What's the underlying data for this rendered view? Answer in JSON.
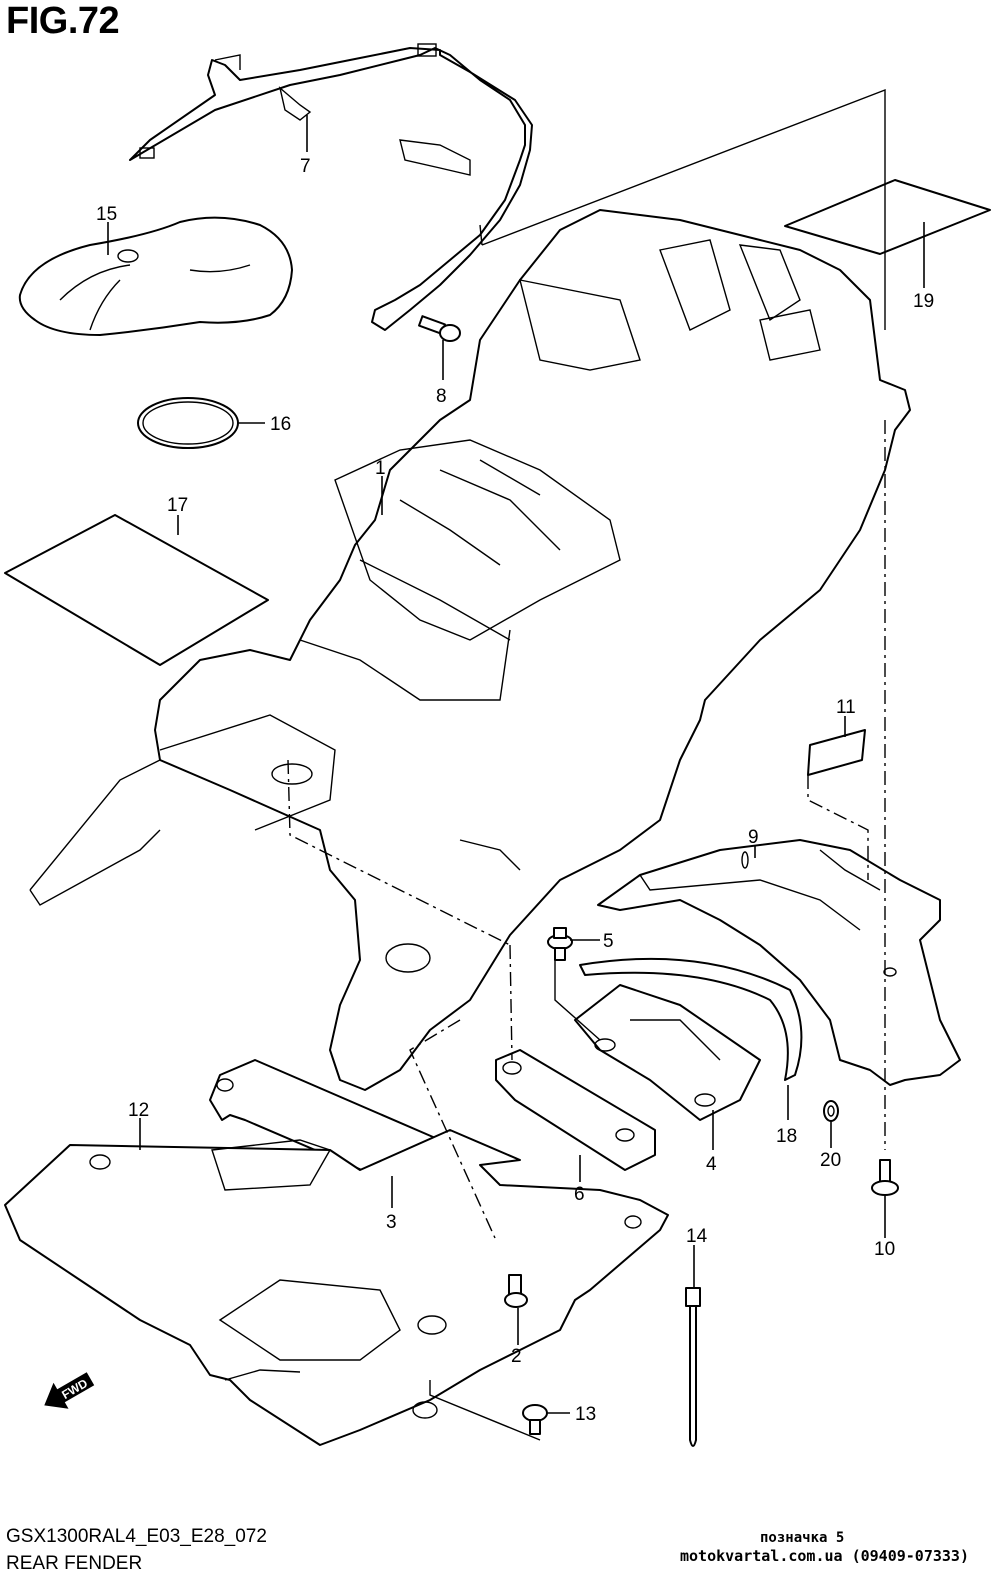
{
  "figure": {
    "title": "FIG.72",
    "code": "GSX1300RAL4_E03_E28_072",
    "name": "REAR FENDER"
  },
  "direction_badge": {
    "label": "FWD",
    "icon": "fwd-arrow-icon"
  },
  "watermark": {
    "label": "позначка 5",
    "site": "motokvartal.com.ua (09409-07333)"
  },
  "callouts": [
    {
      "id": "1",
      "label": "1"
    },
    {
      "id": "2",
      "label": "2"
    },
    {
      "id": "3",
      "label": "3"
    },
    {
      "id": "4",
      "label": "4"
    },
    {
      "id": "5",
      "label": "5"
    },
    {
      "id": "6",
      "label": "6"
    },
    {
      "id": "7",
      "label": "7"
    },
    {
      "id": "8",
      "label": "8"
    },
    {
      "id": "9",
      "label": "9"
    },
    {
      "id": "10",
      "label": "10"
    },
    {
      "id": "11",
      "label": "11"
    },
    {
      "id": "12",
      "label": "12"
    },
    {
      "id": "13",
      "label": "13"
    },
    {
      "id": "14",
      "label": "14"
    },
    {
      "id": "15",
      "label": "15"
    },
    {
      "id": "16",
      "label": "16"
    },
    {
      "id": "17",
      "label": "17"
    },
    {
      "id": "18",
      "label": "18"
    },
    {
      "id": "19",
      "label": "19"
    },
    {
      "id": "20",
      "label": "20"
    }
  ]
}
